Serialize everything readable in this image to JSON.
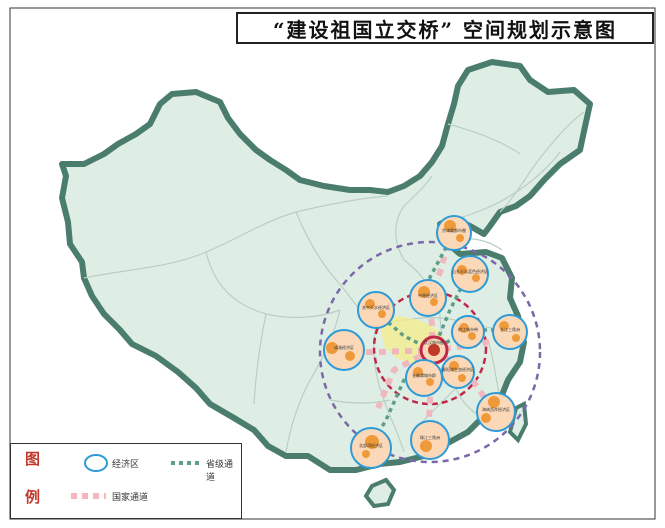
{
  "title": "“建设祖国立交桥” 空间规划示意图",
  "legend": {
    "heading_top": "图",
    "heading_bottom": "例",
    "economic_zone": "经济区",
    "provincial_channel": "省级通道",
    "national_channel": "国家通道"
  },
  "colors": {
    "land": "#dfeee4",
    "border": "#4a7d6d",
    "province_line": "#b9cfc4",
    "zone_ring": "#2e9ad6",
    "node": "#ef9a3a",
    "center": "#c0392b",
    "highlight": "#f4ee8a",
    "national_channel": "#f0b8bd",
    "provincial_channel": "#5e9e88",
    "outer_ring": "#7b68a8",
    "inner_ring": "#c0284a"
  },
  "zones": [
    {
      "id": "jingjinji",
      "label": "京津冀都市圈"
    },
    {
      "id": "shandong",
      "label": "山东半岛蓝色经济区"
    },
    {
      "id": "zhongyuan",
      "label": "中原经济区"
    },
    {
      "id": "guanzhong",
      "label": "关中天水经济区"
    },
    {
      "id": "chengyu",
      "label": "成渝经济区"
    },
    {
      "id": "wuhan",
      "label": "武汉城市圈"
    },
    {
      "id": "wanjiang",
      "label": "皖江城市带"
    },
    {
      "id": "changjiang",
      "label": "长江三角洲"
    },
    {
      "id": "changzhutan",
      "label": "长株潭城市群"
    },
    {
      "id": "poyang",
      "label": "鄱阳湖生态经济区"
    },
    {
      "id": "haixi",
      "label": "海峡西岸经济区"
    },
    {
      "id": "zhusanjiao",
      "label": "珠江三角洲"
    },
    {
      "id": "beibuwan",
      "label": "北部湾经济区"
    }
  ]
}
